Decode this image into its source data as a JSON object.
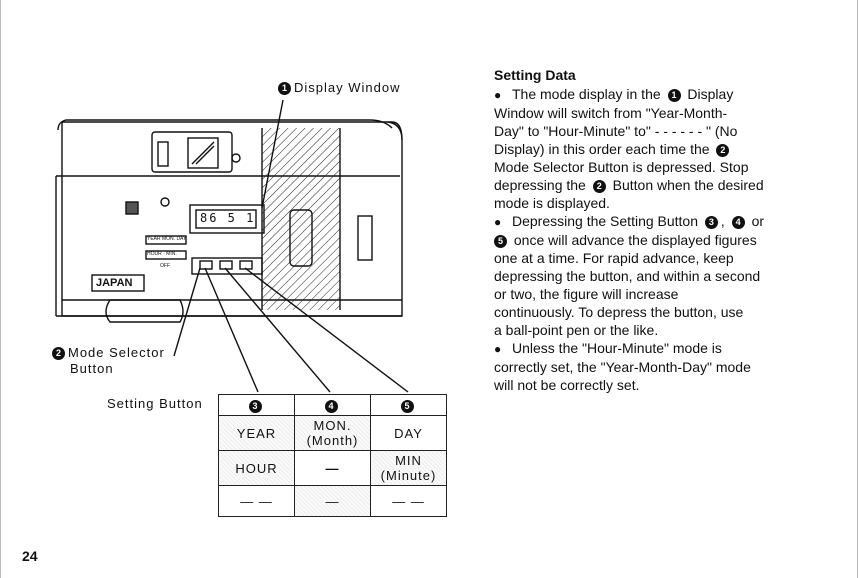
{
  "callouts": {
    "display_window": {
      "number": "1",
      "label": "Display Window"
    },
    "mode_selector": {
      "number": "2",
      "label_line1": "Mode Selector",
      "label_line2": "Button"
    },
    "setting_button": {
      "label": "Setting Button"
    }
  },
  "camera": {
    "lcd_readout": "86 5 1",
    "mode_panel": [
      "YEAR MON. DAY",
      "HOUR · MIN.",
      "OFF"
    ],
    "brand_badge": "JAPAN"
  },
  "setting_data": {
    "heading": "Setting Data",
    "paragraphs": [
      {
        "l1": "The mode display in the",
        "n1": "1",
        "l2": "Display",
        "l3": "Window will switch from \"Year-Month-",
        "l4": "Day\" to \"Hour-Minute\" to\" - - - - - - \" (No",
        "l5": "Display) in this order each time the",
        "n2": "2",
        "l6": "Mode Selector Button is depressed. Stop",
        "l7a": "depressing the",
        "n3": "2",
        "l7b": "Button when the desired",
        "l8": "mode is displayed."
      },
      {
        "l1": "Depressing the Setting Button",
        "n1": "3",
        "sep1": ",",
        "n2": "4",
        "l1b": "or",
        "n3": "5",
        "l2": "once will advance the displayed figures",
        "l3": "one at a time. For rapid advance, keep",
        "l4": "depressing the button, and within a second",
        "l5": "or two, the figure will increase",
        "l6": "continuously. To depress the button, use",
        "l7": "a ball-point pen or the like."
      },
      {
        "l1": "Unless the \"Hour-Minute\" mode is",
        "l2": "correctly set, the \"Year-Month-Day\" mode",
        "l3": "will not be correctly set."
      }
    ]
  },
  "table": {
    "headers": [
      "3",
      "4",
      "5"
    ],
    "rows": [
      {
        "c1": "YEAR",
        "c2a": "MON.",
        "c2b": "(Month)",
        "c3": "DAY"
      },
      {
        "c1": "HOUR",
        "c2": "—",
        "c3a": "MIN",
        "c3b": "(Minute)"
      },
      {
        "c1": "— —",
        "c2": "—",
        "c3": "— —"
      }
    ]
  },
  "page_number": "24"
}
